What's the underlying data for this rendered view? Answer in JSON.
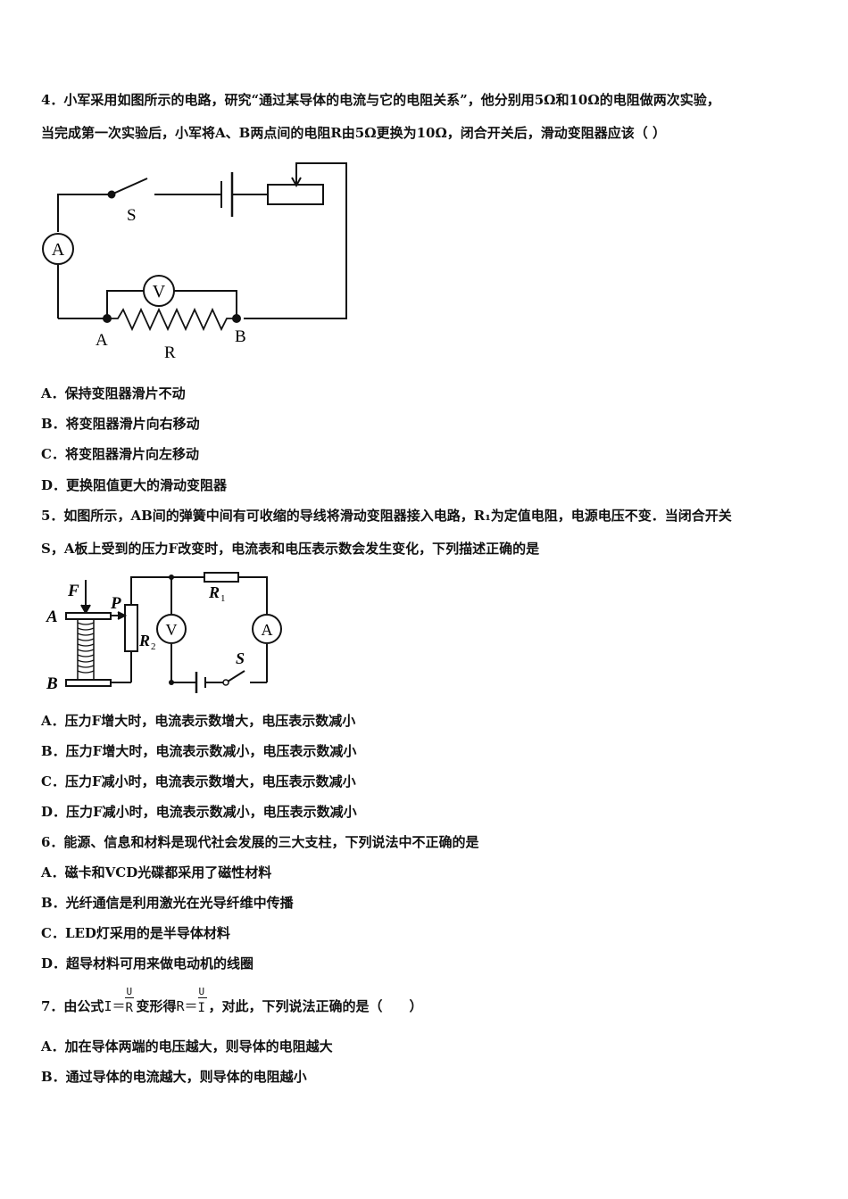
{
  "q4": {
    "stem_line1": "4．小军采用如图所示的电路，研究“通过某导体的电流与它的电阻关系”，他分别用5Ω和10Ω的电阻做两次实验，",
    "stem_line2": "当完成第一次实验后，小军将A、B两点间的电阻R由5Ω更换为10Ω，闭合开关后，滑动变阻器应该（ ）",
    "figure_labels": {
      "switch": "S",
      "ammeter": "A",
      "voltmeter": "V",
      "point_a": "A",
      "point_b": "B",
      "resistor": "R"
    },
    "options": [
      "A．保持变阻器滑片不动",
      "B．将变阻器滑片向右移动",
      "C．将变阻器滑片向左移动",
      "D．更换阻值更大的滑动变阻器"
    ]
  },
  "q5": {
    "stem_line1": "5．如图所示，AB间的弹簧中间有可收缩的导线将滑动变阻器接入电路，R₁为定值电阻，电源电压不变．当闭合开关",
    "stem_line2": "S，A板上受到的压力F改变时，电流表和电压表示数会发生变化，下列描述正确的是",
    "figure_labels": {
      "force": "F",
      "plate_a": "A",
      "plate_b": "B",
      "slider": "P",
      "r1": "R",
      "r1_sub": "1",
      "r2": "R",
      "r2_sub": "2",
      "voltmeter": "V",
      "ammeter": "A",
      "switch": "S"
    },
    "options": [
      "A．压力F增大时，电流表示数增大，电压表示数减小",
      "B．压力F增大时，电流表示数减小，电压表示数减小",
      "C．压力F减小时，电流表示数增大，电压表示数减小",
      "D．压力F减小时，电流表示数减小，电压表示数减小"
    ]
  },
  "q6": {
    "stem": "6．能源、信息和材料是现代社会发展的三大支柱，下列说法中不正确的是",
    "options": [
      "A．磁卡和VCD光碟都采用了磁性材料",
      "B．光纤通信是利用激光在光导纤维中传播",
      "C．LED灯采用的是半导体材料",
      "D．超导材料可用来做电动机的线圈"
    ]
  },
  "q7": {
    "stem_prefix": "7．由公式",
    "formula1_lhs": "I＝",
    "formula1_num": "U",
    "formula1_den": "R",
    "stem_mid": "变形得",
    "formula2_lhs": "R＝",
    "formula2_num": "U",
    "formula2_den": "I",
    "stem_suffix": "，对此，下列说法正确的是（　　）",
    "options": [
      "A．加在导体两端的电压越大，则导体的电阻越大",
      "B．通过导体的电流越大，则导体的电阻越小"
    ]
  }
}
